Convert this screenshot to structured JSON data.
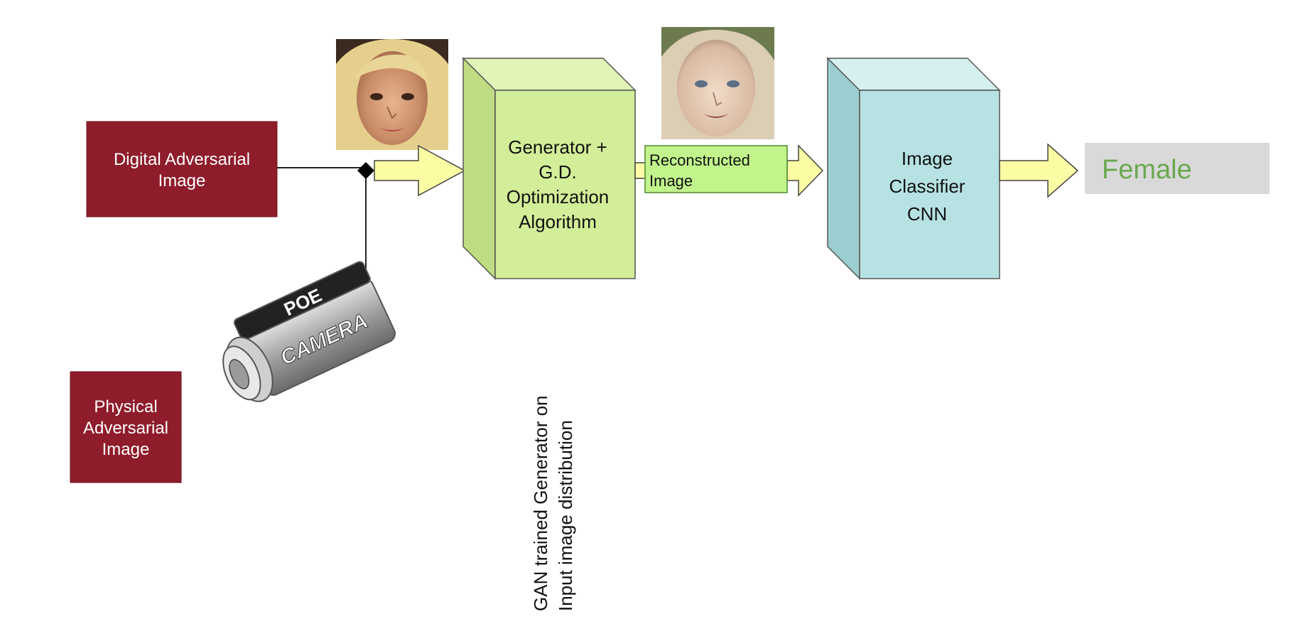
{
  "inputs": {
    "digital": {
      "line1": "Digital Adversarial",
      "line2": "Image"
    },
    "physical": {
      "line1": "Physical",
      "line2": "Adversarial",
      "line3": "Image"
    },
    "camera": {
      "top_text": "POE",
      "side_text": "CAMERA"
    }
  },
  "generator": {
    "line1": "Generator +",
    "line2": "G.D.",
    "line3": "Optimization",
    "line4": "Algorithm",
    "note_line1": "GAN trained Generator on",
    "note_line2": "Input image distribution"
  },
  "reconstructed": {
    "line1": "Reconstructed",
    "line2": "Image"
  },
  "classifier": {
    "line1": "Image",
    "line2": "Classifier",
    "line3": "CNN"
  },
  "output": {
    "label": "Female"
  },
  "colors": {
    "input_box": "#8e1c2a",
    "generator_face": "#d3ee98",
    "classifier_face": "#b7e2e3",
    "arrow_fill": "#fbfca4",
    "recon_fill": "#c2f48c",
    "output_box": "#d9d9d9",
    "output_text": "#6aa84f"
  }
}
